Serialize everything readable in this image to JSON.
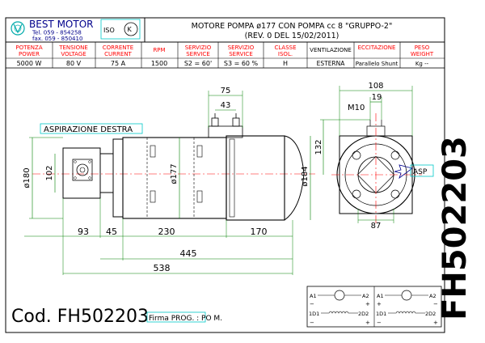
{
  "header": {
    "brand": "BEST MOTOR",
    "tel": "Tel. 059 - 854258",
    "fax": "fax. 059 - 850410",
    "title_line1": "MOTORE POMPA ø177 CON POMPA cc 8 \"GRUPPO-2\"",
    "title_line2": "(REV. 0 DEL 15/02/2011)"
  },
  "spec_table": {
    "columns": [
      {
        "label1": "POTENZA",
        "label2": "POWER",
        "value": "5000 W"
      },
      {
        "label1": "TENSIONE",
        "label2": "VOLTAGE",
        "value": "80 V"
      },
      {
        "label1": "CORRENTE",
        "label2": "CURRENT",
        "value": "75 A"
      },
      {
        "label1": "RPM",
        "label2": "",
        "value": "1500"
      },
      {
        "label1": "SERVIZIO",
        "label2": "SERVICE",
        "value": "S2 = 60'"
      },
      {
        "label1": "SERVIZIO",
        "label2": "SERVICE",
        "value": "S3 = 60 %"
      },
      {
        "label1": "CLASSE",
        "label2": "ISOL.",
        "value": "H"
      },
      {
        "label1": "VENTILAZIONE",
        "label2": "",
        "value": "ESTERNA"
      },
      {
        "label1": "ECCITAZIONE",
        "label2": "",
        "value": "Parallelo Shunt"
      },
      {
        "label1": "PESO",
        "label2": "WEIGHT",
        "value": "Kg --"
      }
    ]
  },
  "drawing": {
    "label_suction": "ASPIRAZIONE DESTRA",
    "label_asp": "ASP",
    "dims": {
      "d75": "75",
      "d43": "43",
      "d108": "108",
      "d19": "19",
      "m10": "M10",
      "d132": "132",
      "d184": "ø184",
      "d177": "ø177",
      "d180": "ø180",
      "d102": "102",
      "d93": "93",
      "d45": "45",
      "d230": "230",
      "d170": "170",
      "d445": "445",
      "d538": "538",
      "d87": "87"
    }
  },
  "schematic": {
    "a1": "A1",
    "a2": "A2",
    "d1": "1D1",
    "d2": "2D2",
    "plus": "+",
    "minus": "−"
  },
  "footer": {
    "code": "Cod. FH502203",
    "firma": "Firma PROG. : PO M.",
    "vertical_code": "FH502203"
  },
  "colors": {
    "outline": "#000000",
    "dimension": "#008000",
    "centerline": "#ff0000",
    "text_blue": "#00008b",
    "highlight": "#00c8c8",
    "logo": "#00aaaa"
  }
}
